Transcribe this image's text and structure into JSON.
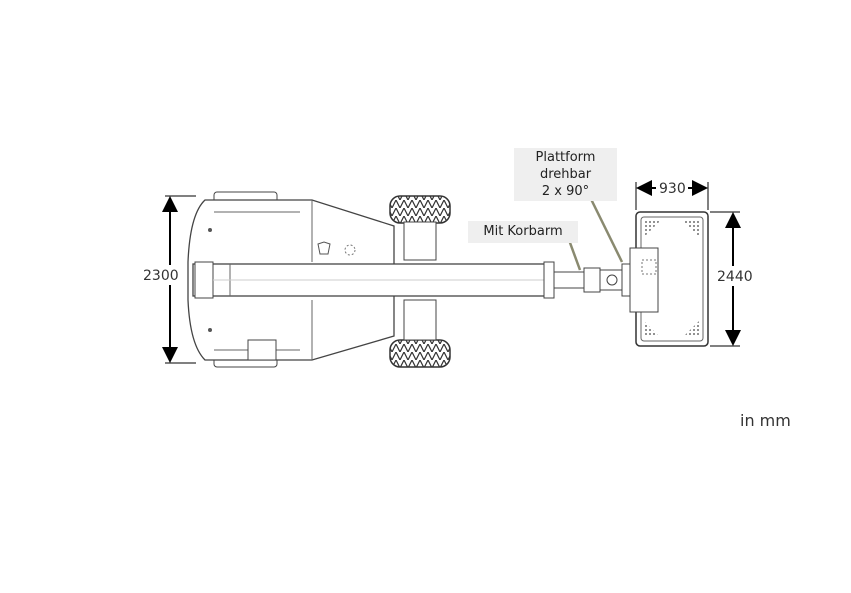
{
  "dimensions": {
    "width_machine": "2300",
    "basket_width": "930",
    "basket_length": "2440"
  },
  "callouts": {
    "platform_line1": "Plattform",
    "platform_line2": "drehbar",
    "platform_line3": "2 x 90°",
    "basket_arm": "Mit Korbarm"
  },
  "unit_label": "in mm"
}
